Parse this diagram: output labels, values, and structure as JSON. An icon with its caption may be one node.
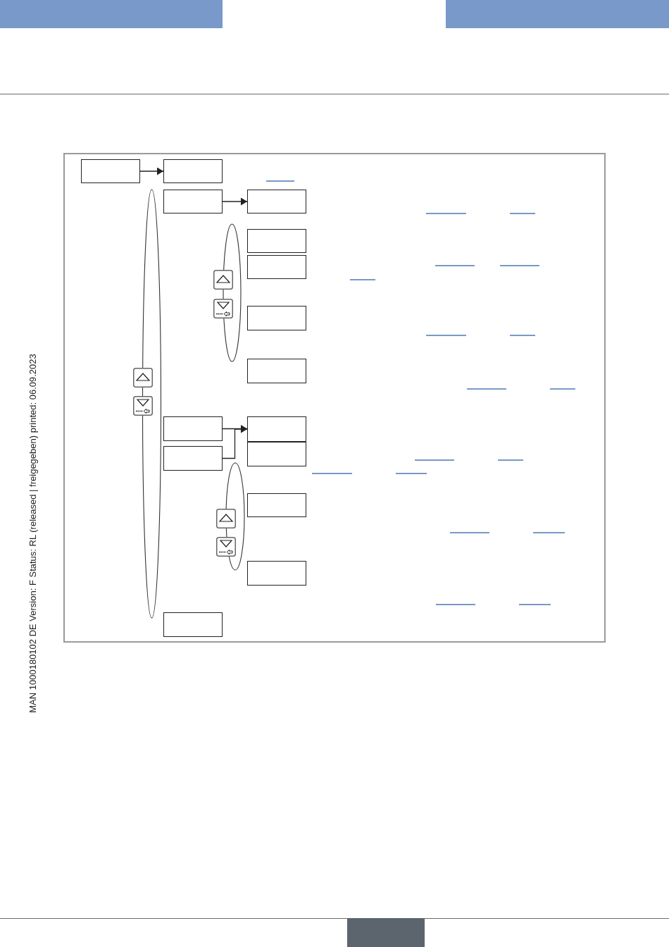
{
  "diagram": {
    "nodes": [
      {
        "text": [],
        "shape": "box"
      },
      {
        "text": [],
        "shape": "box"
      },
      {
        "text": [],
        "shape": "box"
      },
      {
        "text": [],
        "shape": "box"
      },
      {
        "text": [],
        "shape": "box"
      },
      {
        "text": [],
        "shape": "box"
      },
      {
        "text": [],
        "shape": "box"
      },
      {
        "text": [],
        "shape": "box"
      },
      {
        "text": [],
        "shape": "box"
      },
      {
        "text": [],
        "shape": "box"
      },
      {
        "text": [],
        "shape": "box"
      },
      {
        "text": [],
        "shape": "box"
      },
      {
        "text": [],
        "shape": "box"
      },
      {
        "text": [],
        "shape": "box"
      },
      {
        "text": [],
        "shape": "box"
      }
    ],
    "edges": [
      {
        "from": 0,
        "to": 1,
        "arrow": "to"
      },
      {
        "from": 2,
        "to": 3,
        "arrow": "to"
      },
      {
        "from": 8,
        "to": 9,
        "arrow": "to"
      },
      {
        "from": 11,
        "to": 9,
        "arrow": "to"
      }
    ],
    "labels": [
      "MAN 1000180102 DE Version: F Status: RL (released | freigegeben) printed: 06.09.2023"
    ]
  }
}
